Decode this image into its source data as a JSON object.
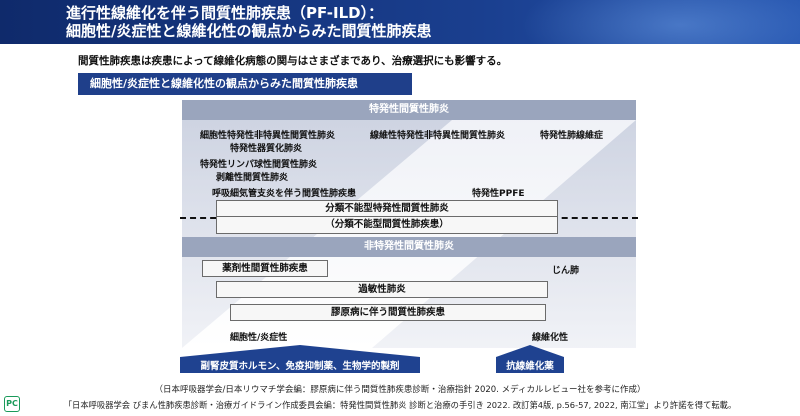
{
  "header": {
    "title_line1": "進行性線維化を伴う間質性肺疾患（PF-ILD）：",
    "title_line2": "細胞性/炎症性と線維化性の観点からみた間質性肺疾患"
  },
  "intro_text": "間質性肺疾患は疾患によって線維化病態の関与はさまざまであり、治療選択にも影響する。",
  "section_label": "細胞性/炎症性と線維化性の観点からみた間質性肺疾患",
  "diagram": {
    "idiopathic_band": "特発性間質性肺炎",
    "idiopathic_items": {
      "c_nsip": "細胞性特発性非特異性間質性肺炎",
      "f_nsip": "線維性特発性非特異性間質性肺炎",
      "ipf": "特発性肺線維症",
      "op": "特発性器質化肺炎",
      "lip": "特発性リンパ球性間質性肺炎",
      "dip": "剥離性間質性肺炎",
      "rbild": "呼吸細気管支炎を伴う間質性肺疾患",
      "ppfe": "特発性PPFE"
    },
    "unclassifiable_idiopathic": "分類不能型特発性間質性肺炎",
    "unclassifiable_ild": "（分類不能型間質性肺疾患）",
    "non_idiopathic_band": "非特発性間質性肺炎",
    "non_idiopathic_items": {
      "drug": "薬剤性間質性肺疾患",
      "pneumoconiosis": "じん肺",
      "hp": "過敏性肺炎",
      "ctd": "膠原病に伴う間質性肺疾患"
    },
    "axis_left": "細胞性/炎症性",
    "axis_right": "線維化性"
  },
  "treatments": {
    "left": "副腎皮質ホルモン、免疫抑制薬、生物学的製剤",
    "right": "抗線維化薬"
  },
  "citations": {
    "line1": "（日本呼吸器学会/日本リウマチ学会編：膠原病に伴う間質性肺疾患診断・治療指針 2020. メディカルレビュー社を参考に作成）",
    "line2": "「日本呼吸器学会 びまん性肺疾患診断・治療ガイドライン作成委員会編：特発性間質性肺炎 診断と治療の手引き 2022. 改訂第4版, p.56-57, 2022, 南江堂」より許諾を得て転載。"
  },
  "logo_text": "PC",
  "colors": {
    "header_blue": "#1a3f8f",
    "band_gray": "#9aa5bd",
    "arrow_blue": "#1f4290",
    "accent_green": "#1a9a5a"
  }
}
